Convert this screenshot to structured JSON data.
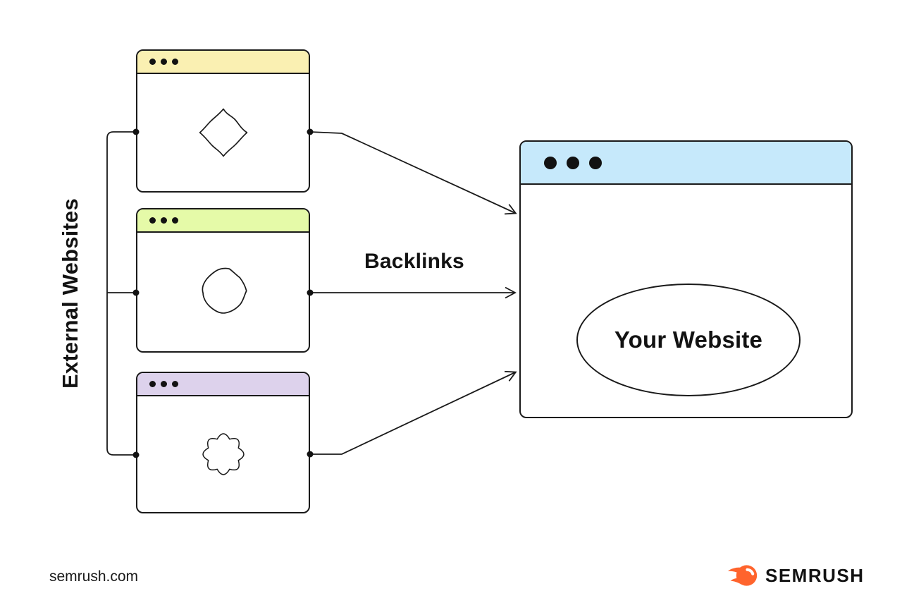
{
  "diagram": {
    "side_label": "External Websites",
    "arrow_label": "Backlinks"
  },
  "windows": {
    "external": [
      {
        "name": "external-website-1",
        "icon": "diamond-blob-icon",
        "titlebar_color": "#FAF0B2"
      },
      {
        "name": "external-website-2",
        "icon": "hexagon-blob-icon",
        "titlebar_color": "#E5FAA8"
      },
      {
        "name": "external-website-3",
        "icon": "flower-blob-icon",
        "titlebar_color": "#DDD2EC"
      }
    ],
    "main": {
      "name": "your-website-window",
      "label": "Your Website",
      "titlebar_color": "#C6E9FB"
    }
  },
  "footer": {
    "site": "semrush.com",
    "brand": "SEMRUSH"
  },
  "colors": {
    "line": "#1a1a1a",
    "window_yellow": "#FAF0B2",
    "window_green": "#E5FAA8",
    "window_purple": "#DDD2EC",
    "window_blue": "#C6E9FB",
    "brand_orange": "#FF642D"
  }
}
